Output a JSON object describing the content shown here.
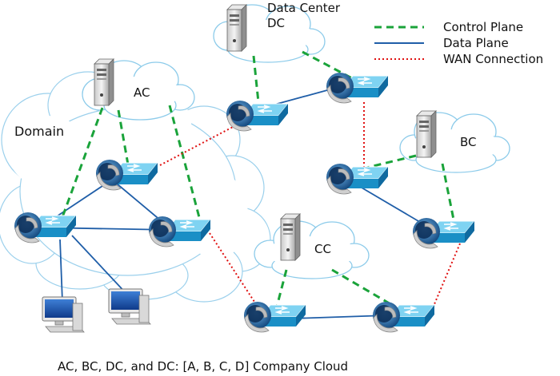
{
  "legend": {
    "control": "Control Plane",
    "data": "Data Plane",
    "wan": "WAN Connection"
  },
  "labels": {
    "domain": "Domain",
    "ac": "AC",
    "bc": "BC",
    "cc": "CC",
    "dc_title": "Data Center",
    "dc": "DC"
  },
  "caption": "AC, BC, DC, and DC: [A, B, C, D] Company Cloud",
  "colors": {
    "control": "#1aa33a",
    "data": "#1f5ea8",
    "wan": "#e01010",
    "switch_top": "#7fd3f2",
    "switch_side": "#1a8fc6",
    "router_ring": "#1f6cb0"
  }
}
